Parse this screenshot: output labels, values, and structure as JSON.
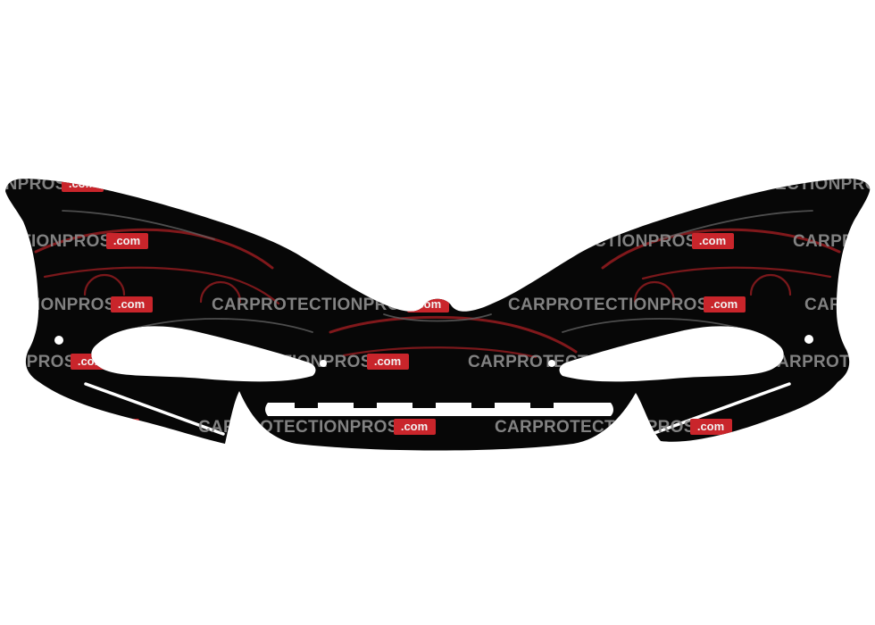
{
  "page": {
    "background": "#ffffff"
  },
  "image": {
    "shape_color": "#070707",
    "description": "Black precut paint-protection-film silhouette of a vehicle front bumper with sensor holes, fog-light slots and a scalloped lower grille cutout"
  },
  "watermark": {
    "brand": "CARPROTECTIONPROS",
    "tld": ".com",
    "text_color": "#8d8d8d",
    "badge_color": "#c9252b",
    "badge_text_color": "#f2f2f2"
  },
  "accents": {
    "car_outline_color": "#8e1b1e",
    "detail_line_color": "#5f5f5f"
  }
}
